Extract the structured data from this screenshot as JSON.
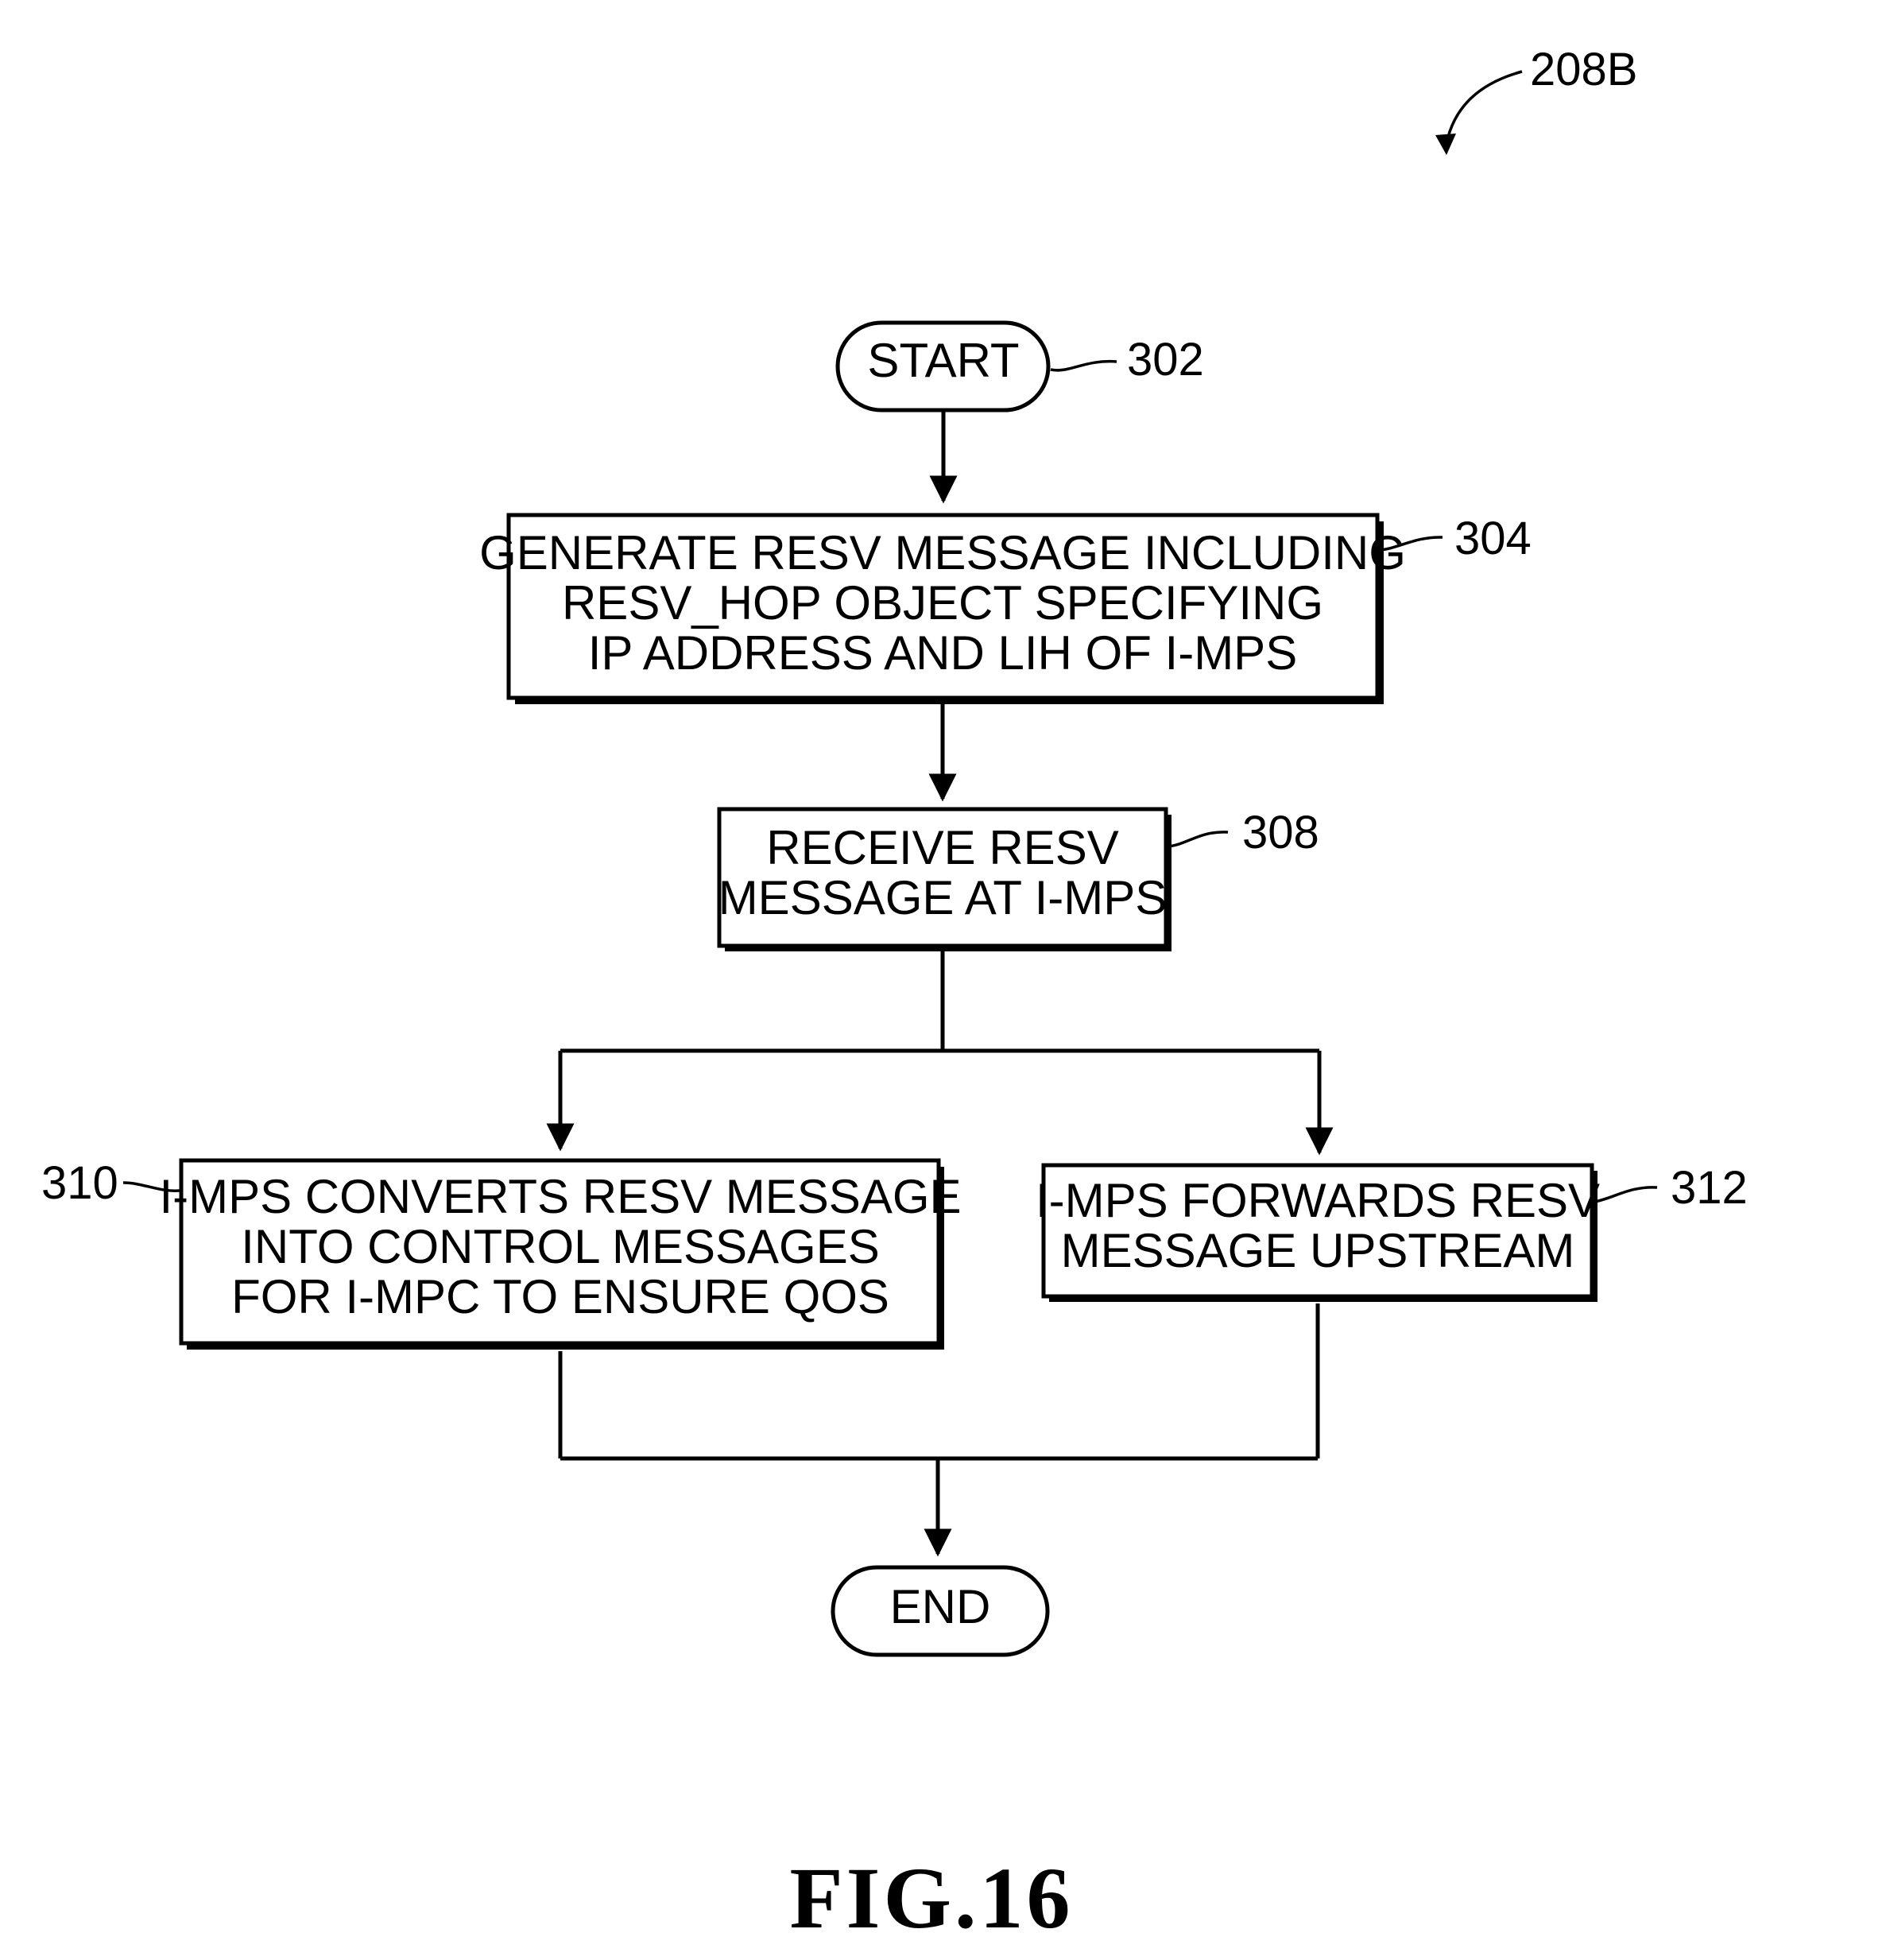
{
  "figure": {
    "ref": "208B",
    "title": "FIG.16"
  },
  "nodes": {
    "start": {
      "ref": "302",
      "lines": [
        "START"
      ]
    },
    "generate": {
      "ref": "304",
      "lines": [
        "GENERATE RESV MESSAGE INCLUDING",
        "RESV_HOP OBJECT SPECIFYING",
        "IP ADDRESS AND LIH OF I-MPS"
      ]
    },
    "receive": {
      "ref": "308",
      "lines": [
        "RECEIVE RESV",
        "MESSAGE AT I-MPS"
      ]
    },
    "convert": {
      "ref": "310",
      "lines": [
        "I-MPS CONVERTS RESV MESSAGE",
        "INTO CONTROL MESSAGES",
        "FOR I-MPC TO ENSURE QOS"
      ]
    },
    "forward": {
      "ref": "312",
      "lines": [
        "I-MPS FORWARDS RESV",
        "MESSAGE UPSTREAM"
      ]
    },
    "end": {
      "lines": [
        "END"
      ]
    }
  }
}
